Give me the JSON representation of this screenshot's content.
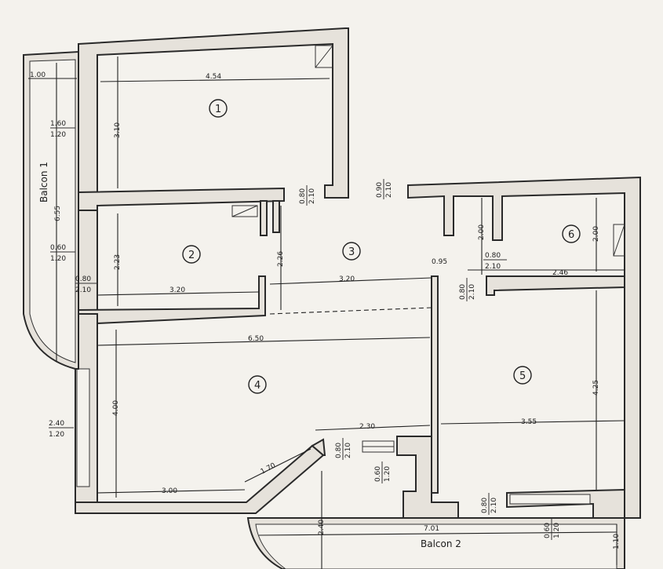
{
  "plan": {
    "rooms": [
      {
        "id": "1",
        "label": "1"
      },
      {
        "id": "2",
        "label": "2"
      },
      {
        "id": "3",
        "label": "3"
      },
      {
        "id": "4",
        "label": "4"
      },
      {
        "id": "5",
        "label": "5"
      },
      {
        "id": "6",
        "label": "6"
      }
    ],
    "balconies": {
      "balcon1": "Balcon 1",
      "balcon2": "Balcon 2"
    },
    "dimensions": {
      "d454": "4.54",
      "d310": "3.10",
      "d100": "1.00",
      "d655": "6.55",
      "d160": "1.60",
      "d120a": "1.20",
      "d060": "0.60",
      "d120b": "1.20",
      "d080a": "0.80",
      "d210a": "2.10",
      "d223": "2.23",
      "d320a": "3.20",
      "d226": "2.26",
      "d080b": "0.80",
      "d210b": "2.10",
      "d090": "0.90",
      "d210c": "2.10",
      "d320b": "3.20",
      "d200a": "2.00",
      "d095": "0.95",
      "d080c": "0.80",
      "d210d": "2.10",
      "d080d": "0.80",
      "d210e": "2.10",
      "d246": "2.46",
      "d200b": "2.00",
      "d650": "6.50",
      "d400": "4.00",
      "d240a": "2.40",
      "d120c": "1.20",
      "d425": "4.25",
      "d230": "2.30",
      "d355": "3.55",
      "d170": "1.70",
      "d300": "3.00",
      "d080e": "0.80",
      "d210f": "2.10",
      "d060b": "0.60",
      "d120d": "1.20",
      "d080f": "0.80",
      "d210g": "2.10",
      "d240b": "2.40",
      "d701": "7.01",
      "d060c": "0.60",
      "d120e": "1.20",
      "d110": "1.10"
    }
  }
}
